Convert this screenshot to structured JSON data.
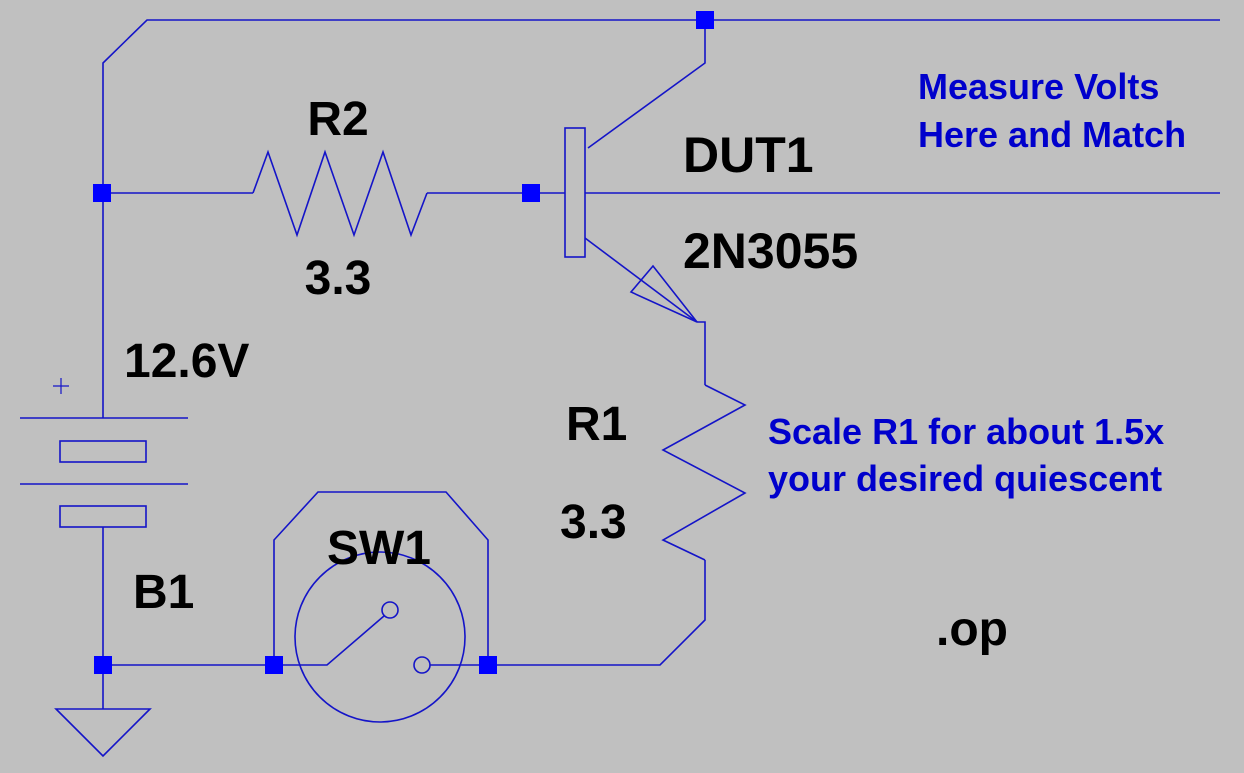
{
  "colors": {
    "background": "#c0c0c0",
    "wire": "#1414c8",
    "node": "#0000ff",
    "label": "#000000",
    "comment": "#0000cc"
  },
  "components": {
    "r2": {
      "name": "R2",
      "value": "3.3"
    },
    "r1": {
      "name": "R1",
      "value": "3.3"
    },
    "dut": {
      "name": "DUT1",
      "value": "2N3055"
    },
    "battery": {
      "name": "B1",
      "value": "12.6V",
      "plus": "+"
    },
    "switch": {
      "name": "SW1"
    }
  },
  "notes": {
    "measure_line1": "Measure Volts",
    "measure_line2": "Here and Match",
    "scale_line1": "Scale R1 for about 1.5x",
    "scale_line2": "your desired quiescent"
  },
  "directive": ".op",
  "icons": [
    "ground-icon",
    "battery-icon",
    "npn-transistor-icon",
    "resistor-icon",
    "switch-icon"
  ]
}
